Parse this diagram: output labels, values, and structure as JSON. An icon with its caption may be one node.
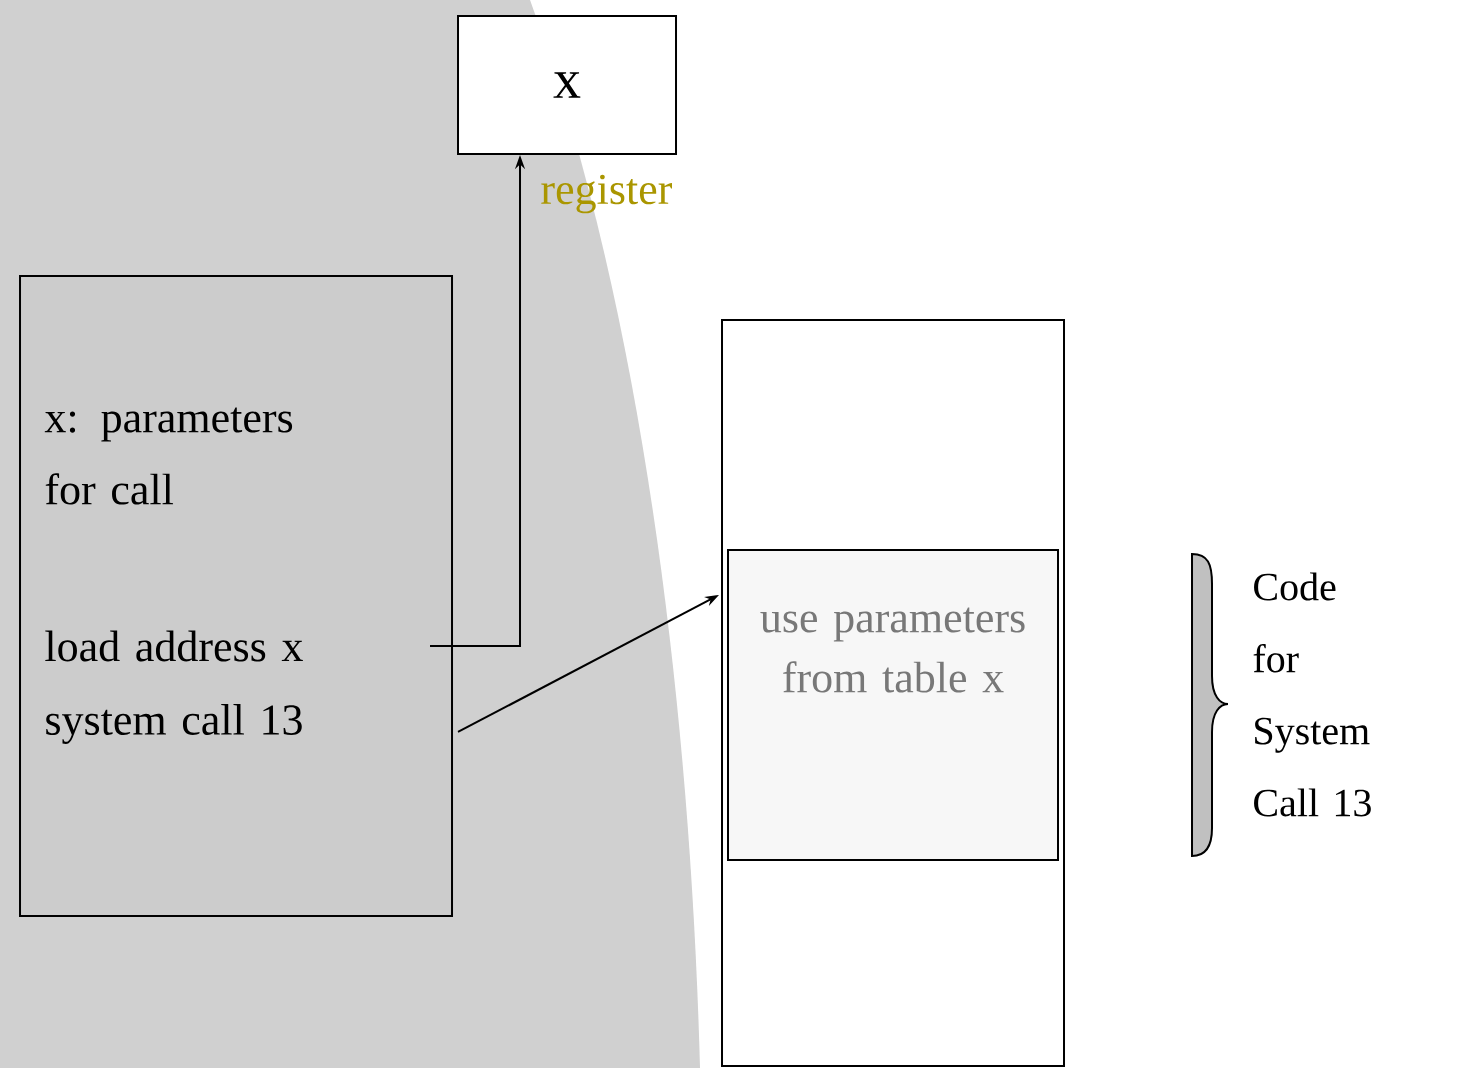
{
  "diagram": {
    "nodes": [
      {
        "text": [
          "x"
        ],
        "beside": [
          "register"
        ]
      },
      {
        "text": [
          "x: parameters for call",
          "load address x",
          "system call 13"
        ]
      },
      {
        "text": [],
        "shape": "box"
      },
      {
        "text": [
          "use parameters from table x"
        ],
        "in": 2
      }
    ],
    "edges": [
      {
        "from": 1,
        "to": 0,
        "arrow": "to"
      },
      {
        "from": 1,
        "to": 3,
        "arrow": "to"
      }
    ],
    "labels": [
      "Code for System Call 13"
    ]
  }
}
